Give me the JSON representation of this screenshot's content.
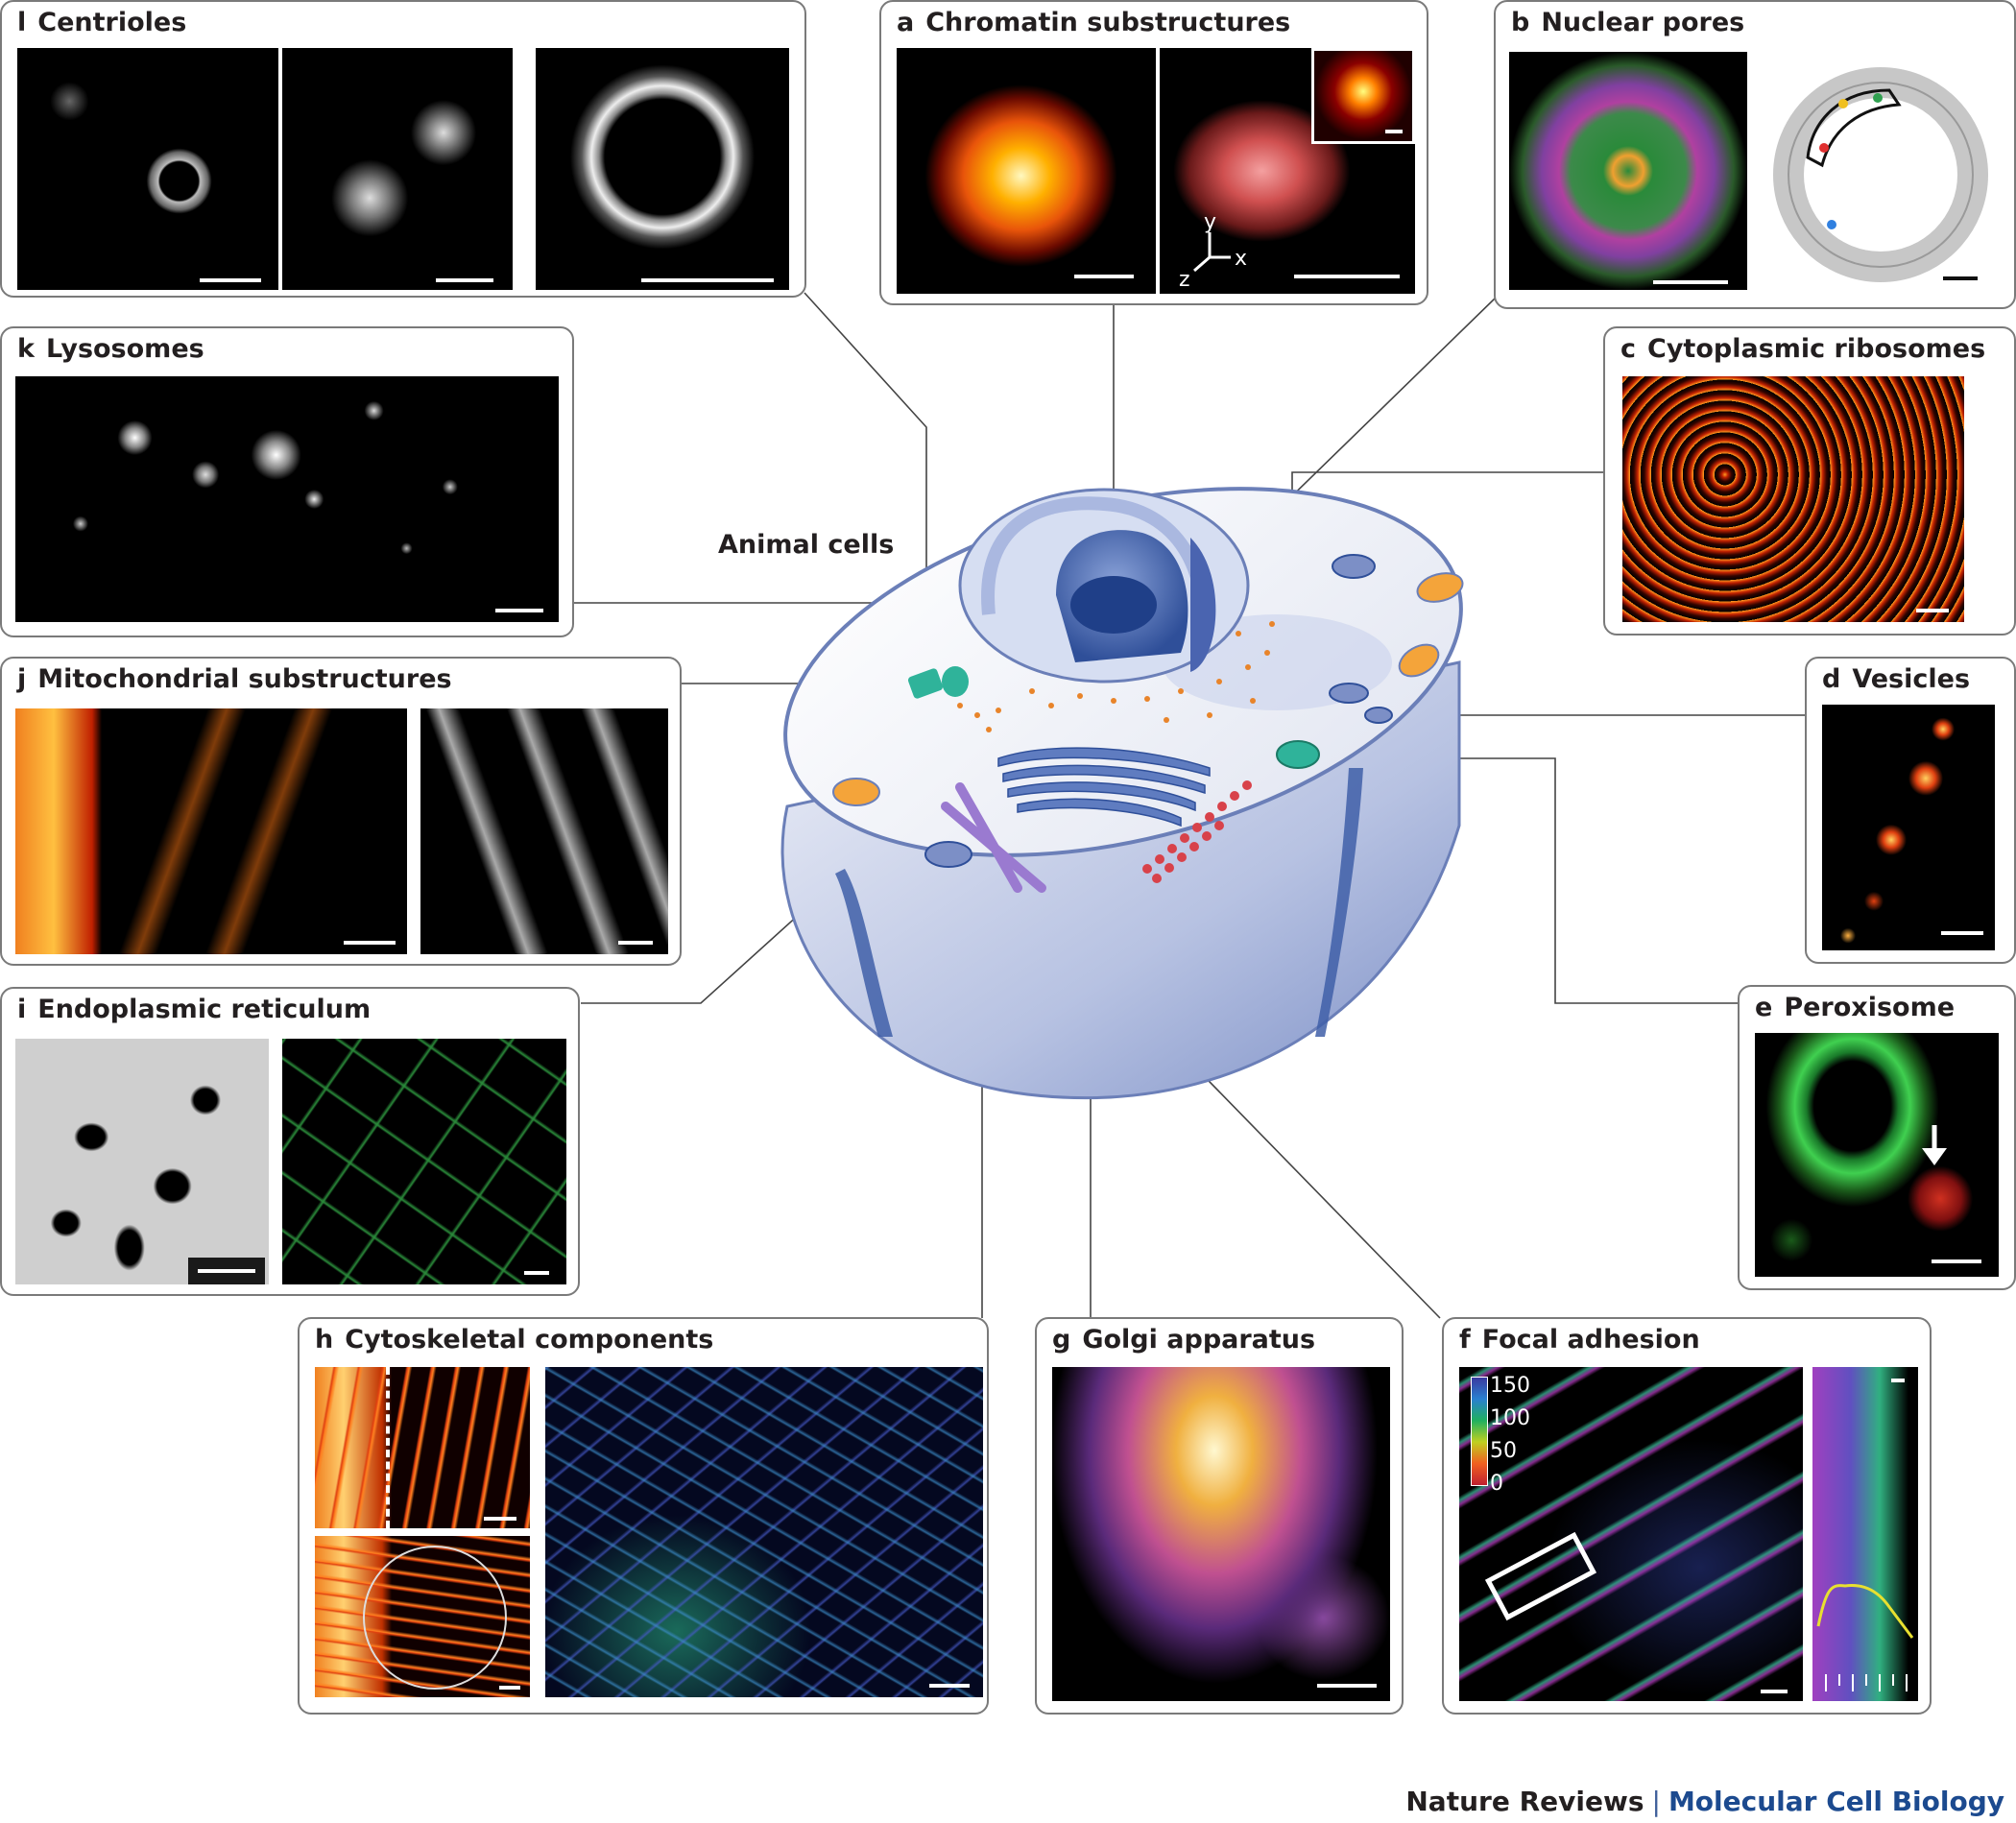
{
  "figure": {
    "center_label": "Animal cells",
    "footer": {
      "journal": "Nature Reviews",
      "separator": "|",
      "section": "Molecular Cell Biology"
    }
  },
  "panels": {
    "a": {
      "letter": "a",
      "name": "Chromatin substructures",
      "axis_labels": {
        "y": "y",
        "z": "z",
        "x": "x"
      }
    },
    "b": {
      "letter": "b",
      "name": "Nuclear pores"
    },
    "c": {
      "letter": "c",
      "name": "Cytoplasmic ribosomes"
    },
    "d": {
      "letter": "d",
      "name": "Vesicles"
    },
    "e": {
      "letter": "e",
      "name": "Peroxisome"
    },
    "f": {
      "letter": "f",
      "name": "Focal adhesion",
      "colorbar_ticks": [
        "150",
        "100",
        "50",
        "0"
      ]
    },
    "g": {
      "letter": "g",
      "name": "Golgi apparatus"
    },
    "h": {
      "letter": "h",
      "name": "Cytoskeletal components"
    },
    "i": {
      "letter": "i",
      "name": "Endoplasmic reticulum"
    },
    "j": {
      "letter": "j",
      "name": "Mitochondrial substructures"
    },
    "k": {
      "letter": "k",
      "name": "Lysosomes"
    },
    "l": {
      "letter": "l",
      "name": "Centrioles"
    }
  },
  "colors": {
    "border": "#7a7a7a",
    "cell_membrane": "#6b7fb8",
    "nucleus": "#3f5fa8",
    "golgi": "#4a6fb0",
    "mitochondria": "#f4a43a",
    "er_ribosomes": "#e8842a",
    "centrioles": "#2fb39a",
    "cytoskeleton": "#9a7ad0",
    "microtubule_beads": "#d8424a",
    "journal_blue": "#1c4a8f"
  }
}
